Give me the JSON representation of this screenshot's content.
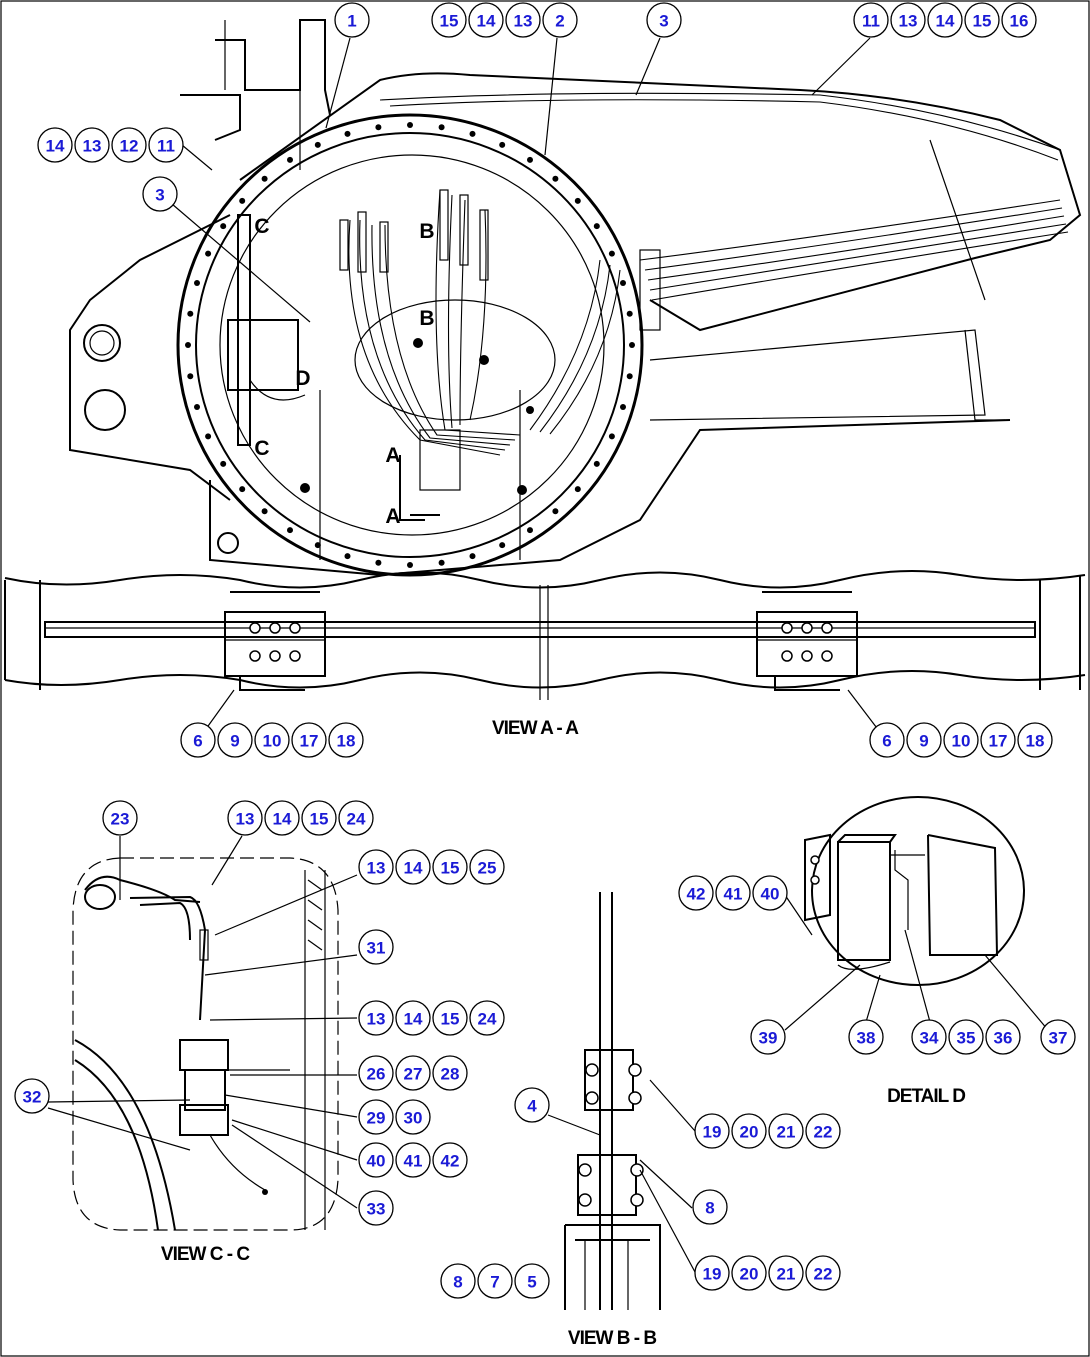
{
  "views": {
    "a_a": "VIEW A - A",
    "c_c": "VIEW C - C",
    "b_b": "VIEW B - B",
    "detail_d": "DETAIL D"
  },
  "section_letters": [
    "A",
    "A",
    "B",
    "B",
    "C",
    "C",
    "D"
  ],
  "callout_groups": [
    {
      "id": "g-top-1",
      "labels": [
        "1"
      ]
    },
    {
      "id": "g-top-2",
      "labels": [
        "15",
        "14",
        "13",
        "2"
      ]
    },
    {
      "id": "g-top-3",
      "labels": [
        "3"
      ]
    },
    {
      "id": "g-top-11",
      "labels": [
        "11",
        "13",
        "14",
        "15",
        "16"
      ]
    },
    {
      "id": "g-left-11",
      "labels": [
        "14",
        "13",
        "12",
        "11"
      ]
    },
    {
      "id": "g-left-3",
      "labels": [
        "3"
      ]
    },
    {
      "id": "g-aa-left",
      "labels": [
        "6",
        "9",
        "10",
        "17",
        "18"
      ]
    },
    {
      "id": "g-aa-right",
      "labels": [
        "6",
        "9",
        "10",
        "17",
        "18"
      ]
    },
    {
      "id": "g-cc-23",
      "labels": [
        "23"
      ]
    },
    {
      "id": "g-cc-24a",
      "labels": [
        "13",
        "14",
        "15",
        "24"
      ]
    },
    {
      "id": "g-cc-25",
      "labels": [
        "13",
        "14",
        "15",
        "25"
      ]
    },
    {
      "id": "g-cc-31",
      "labels": [
        "31"
      ]
    },
    {
      "id": "g-cc-24b",
      "labels": [
        "13",
        "14",
        "15",
        "24"
      ]
    },
    {
      "id": "g-cc-26",
      "labels": [
        "26",
        "27",
        "28"
      ]
    },
    {
      "id": "g-cc-32",
      "labels": [
        "32"
      ]
    },
    {
      "id": "g-cc-29",
      "labels": [
        "29",
        "30"
      ]
    },
    {
      "id": "g-cc-40",
      "labels": [
        "40",
        "41",
        "42"
      ]
    },
    {
      "id": "g-cc-33",
      "labels": [
        "33"
      ]
    },
    {
      "id": "g-bb-4",
      "labels": [
        "4"
      ]
    },
    {
      "id": "g-bb-19a",
      "labels": [
        "19",
        "20",
        "21",
        "22"
      ]
    },
    {
      "id": "g-bb-8",
      "labels": [
        "8"
      ]
    },
    {
      "id": "g-bb-19b",
      "labels": [
        "19",
        "20",
        "21",
        "22"
      ]
    },
    {
      "id": "g-bb-875",
      "labels": [
        "8",
        "7",
        "5"
      ]
    },
    {
      "id": "g-d-42",
      "labels": [
        "42",
        "41",
        "40"
      ]
    },
    {
      "id": "g-d-39",
      "labels": [
        "39"
      ]
    },
    {
      "id": "g-d-38",
      "labels": [
        "38"
      ]
    },
    {
      "id": "g-d-34",
      "labels": [
        "34",
        "35",
        "36"
      ]
    },
    {
      "id": "g-d-37",
      "labels": [
        "37"
      ]
    }
  ]
}
